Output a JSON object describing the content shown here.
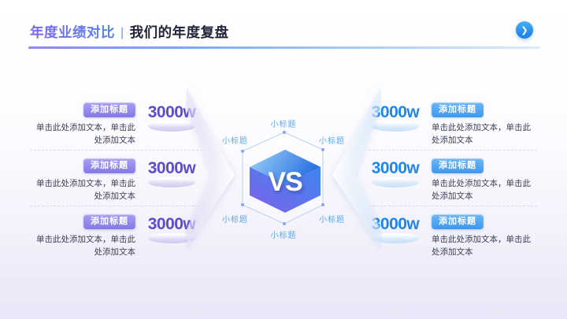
{
  "header": {
    "title_accent": "年度业绩对比",
    "title_separator": "|",
    "title_main": "我们的年度复盘",
    "next_glyph": "❯"
  },
  "comparison": {
    "left": {
      "rows": [
        {
          "badge": "添加标题",
          "value": "3000w",
          "desc": "单击此处添加文本，单击此处添加文本"
        },
        {
          "badge": "添加标题",
          "value": "3000w",
          "desc": "单击此处添加文本，单击此处添加文本"
        },
        {
          "badge": "添加标题",
          "value": "3000w",
          "desc": "单击此处添加文本，单击此处添加文本"
        }
      ]
    },
    "right": {
      "rows": [
        {
          "badge": "添加标题",
          "value": "3000w",
          "desc": "单击此处添加文本，单击此处添加文本"
        },
        {
          "badge": "添加标题",
          "value": "3000w",
          "desc": "单击此处添加文本，单击此处添加文本"
        },
        {
          "badge": "添加标题",
          "value": "3000w",
          "desc": "单击此处添加文本，单击此处添加文本"
        }
      ]
    }
  },
  "center": {
    "vs_label": "VS",
    "labels": {
      "top": "小标题",
      "upper_left": "小标题",
      "upper_right": "小标题",
      "lower_left": "小标题",
      "lower_right": "小标题",
      "bottom": "小标题"
    }
  },
  "colors": {
    "accent_purple": "#7a66ee",
    "accent_blue": "#2e8ef0",
    "value_purple": "#5a4ecf",
    "value_blue": "#1e88ea",
    "node_label_blue": "#5ea9ef",
    "badge_purple": "#8478e6",
    "badge_blue": "#3e98ef"
  }
}
